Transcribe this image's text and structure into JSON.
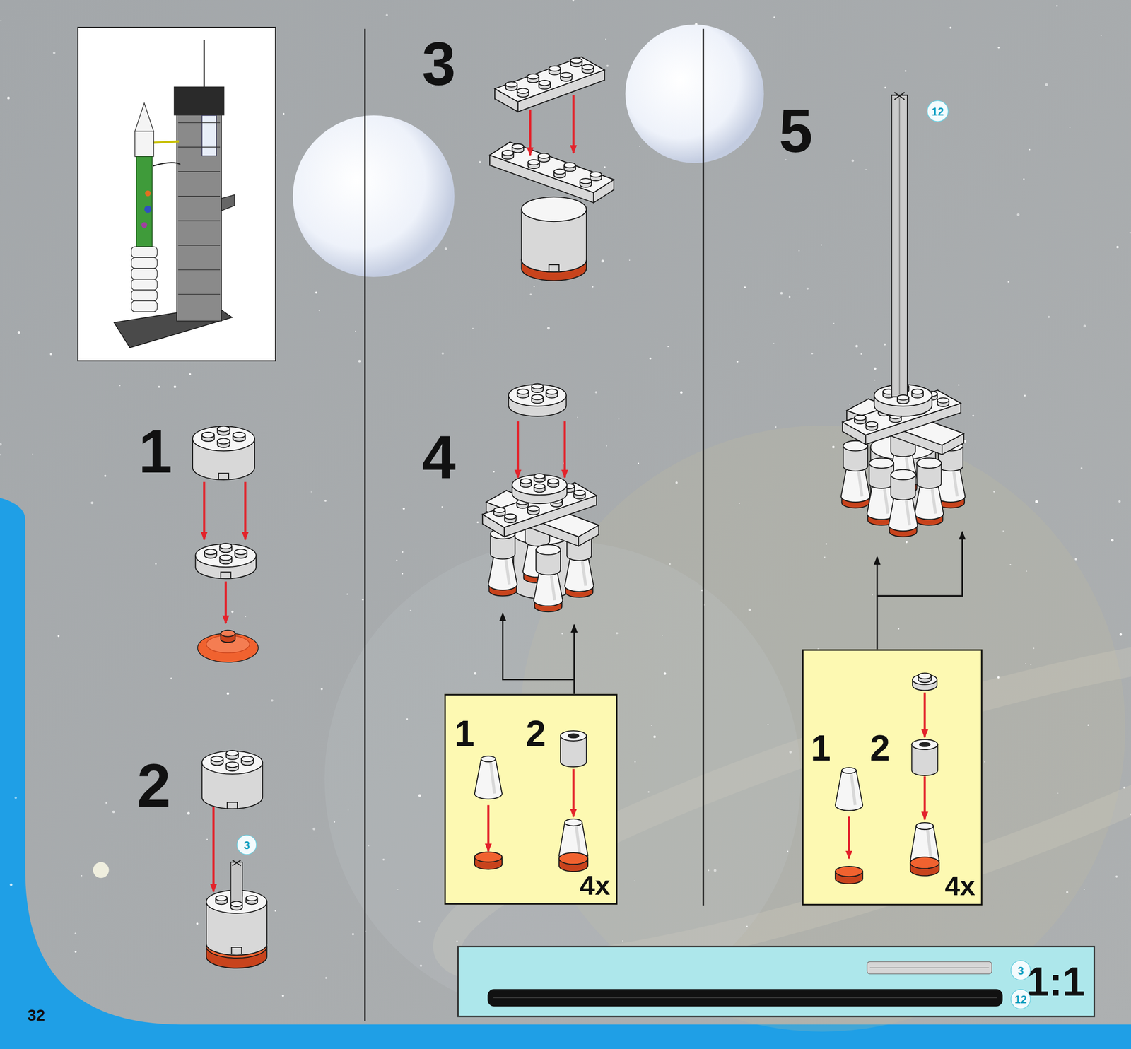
{
  "diagram": {
    "nodes": [
      {
        "text": [
          "3"
        ]
      },
      {
        "text": [
          "1",
          "2",
          "4x"
        ]
      },
      {
        "text": [
          "12"
        ]
      },
      {
        "text": [
          "1",
          "2",
          "4x"
        ]
      },
      {
        "text": [
          "1:1"
        ]
      },
      {
        "text": [
          "3"
        ],
        "in": 4
      },
      {
        "text": [
          "12"
        ],
        "in": 4
      }
    ],
    "labels": [
      "1",
      "2",
      "3",
      "4",
      "5",
      "32"
    ]
  }
}
